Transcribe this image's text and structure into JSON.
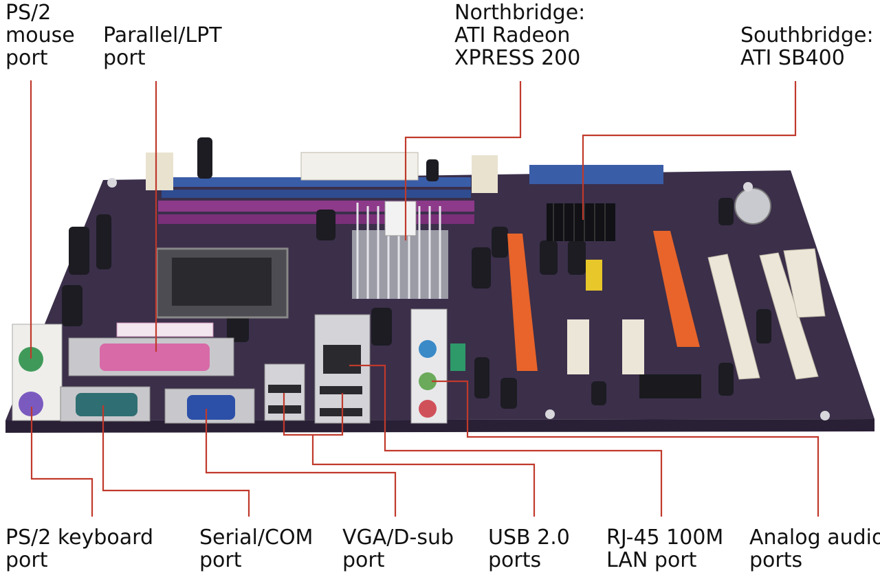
{
  "labels": {
    "ps2_mouse": [
      "PS/2",
      "mouse",
      "port"
    ],
    "parallel": [
      "Parallel/LPT",
      "port"
    ],
    "northbridge": [
      "Northbridge:",
      "ATI Radeon",
      "XPRESS 200"
    ],
    "southbridge": [
      "Southbridge:",
      "ATI SB400"
    ],
    "ps2_keyboard": [
      "PS/2 keyboard",
      "port"
    ],
    "serial": [
      "Serial/COM",
      "port"
    ],
    "vga": [
      "VGA/D-sub",
      "port"
    ],
    "usb": [
      "USB 2.0",
      "ports"
    ],
    "rj45": [
      "RJ-45 100M",
      "LAN port"
    ],
    "audio": [
      "Analog audio",
      "ports"
    ]
  },
  "colors": {
    "board": "#3b2f4a",
    "leader": "#c0392b",
    "dimm_blue": "#3a5da8",
    "dimm_purple": "#8e3a8a",
    "agp": "#e8642a",
    "pci_white": "#ece6d8",
    "parallel_pink": "#d86aa8",
    "serial_teal": "#2f6f73",
    "vga_blue": "#2c4fa8",
    "ps2_green": "#3f9a5a",
    "ps2_purple": "#7b5ac0"
  }
}
